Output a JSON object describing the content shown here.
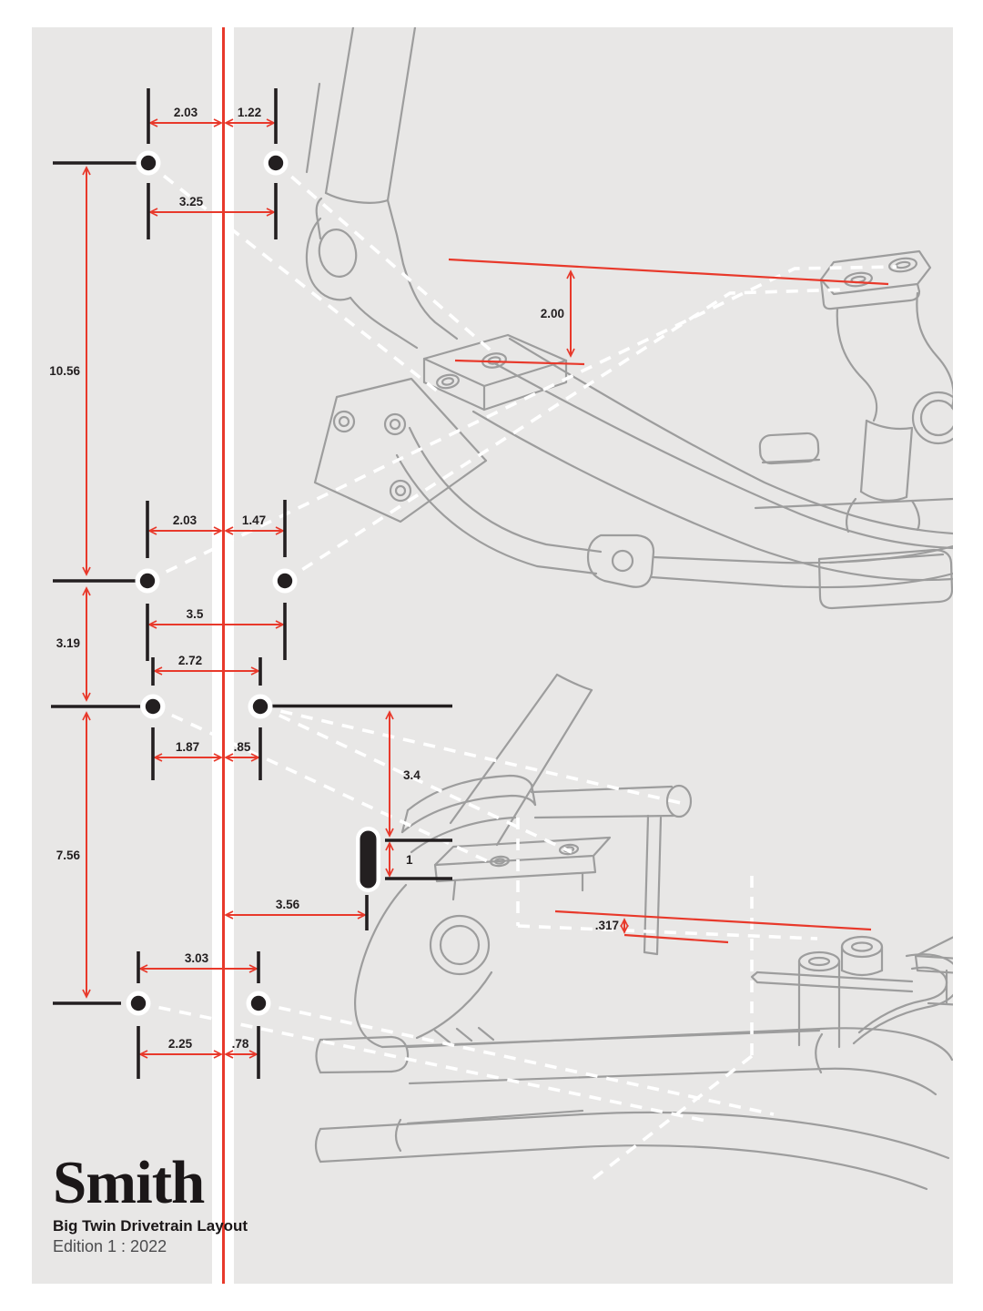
{
  "document": {
    "brand": "Smith",
    "subtitle": "Big Twin Drivetrain Layout",
    "edition": "Edition 1 : 2022"
  },
  "colors": {
    "accent_red": "#e8392b",
    "ink_black": "#231f20",
    "panel_gray": "#e8e7e6",
    "drawing_gray": "#9d9d9d",
    "dash_white": "#ffffff"
  },
  "dims": {
    "row1_left": "2.03",
    "row1_right": "1.22",
    "row1_span": "3.25",
    "row2_left": "2.03",
    "row2_right": "1.47",
    "row2_span": "3.5",
    "row3_span": "2.72",
    "row3_left": "1.87",
    "row3_right": ".85",
    "row4_span": "3.03",
    "row4_left": "2.25",
    "row4_right": ".78",
    "vert_row1_row2": "10.56",
    "vert_row2_row3": "3.19",
    "vert_row3_row4": "7.56",
    "engine_offset": "2.00",
    "post_height": "3.4",
    "slot_length": "1",
    "lateral_offset": "3.56",
    "plate_drop": ".317"
  }
}
